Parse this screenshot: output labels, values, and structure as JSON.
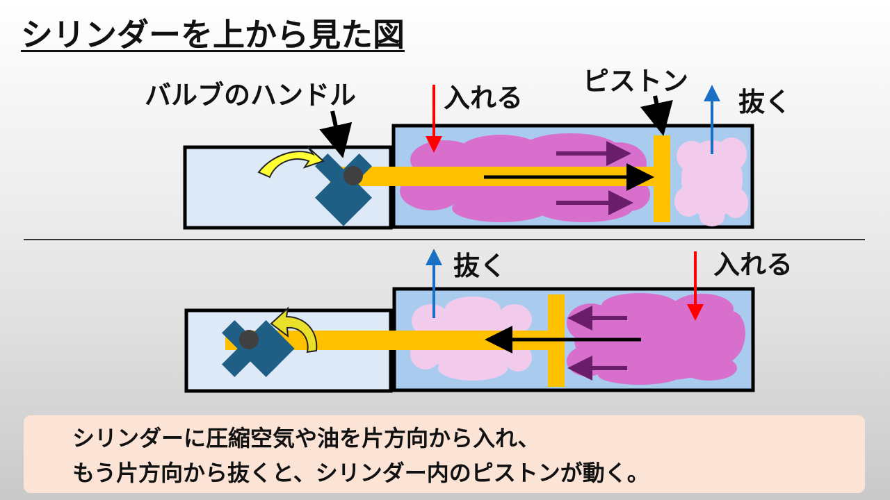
{
  "title": "シリンダーを上から見た図",
  "labels": {
    "valve_handle": "バルブのハンドル",
    "piston": "ピストン",
    "top_in": "入れる",
    "top_out": "抜く",
    "bottom_in": "入れる",
    "bottom_out": "抜く"
  },
  "caption": {
    "line1": "シリンダーに圧縮空気や油を片方向から入れ、",
    "line2": "もう片方向から抜くと、シリンダー内のピストンが動く。"
  },
  "colors": {
    "inlet_arrow": "#ff0000",
    "outlet_arrow": "#1a6fc4",
    "rod": "#ffc000",
    "handle": "#1f5f86",
    "pressurized_fluid": "#d86fcc",
    "exhausted_fluid": "#f2cbec",
    "cylinder_fill": "#a9ccee",
    "valve_box_fill": "#dde9f6",
    "flow_arrow": "#6a1e6a"
  }
}
